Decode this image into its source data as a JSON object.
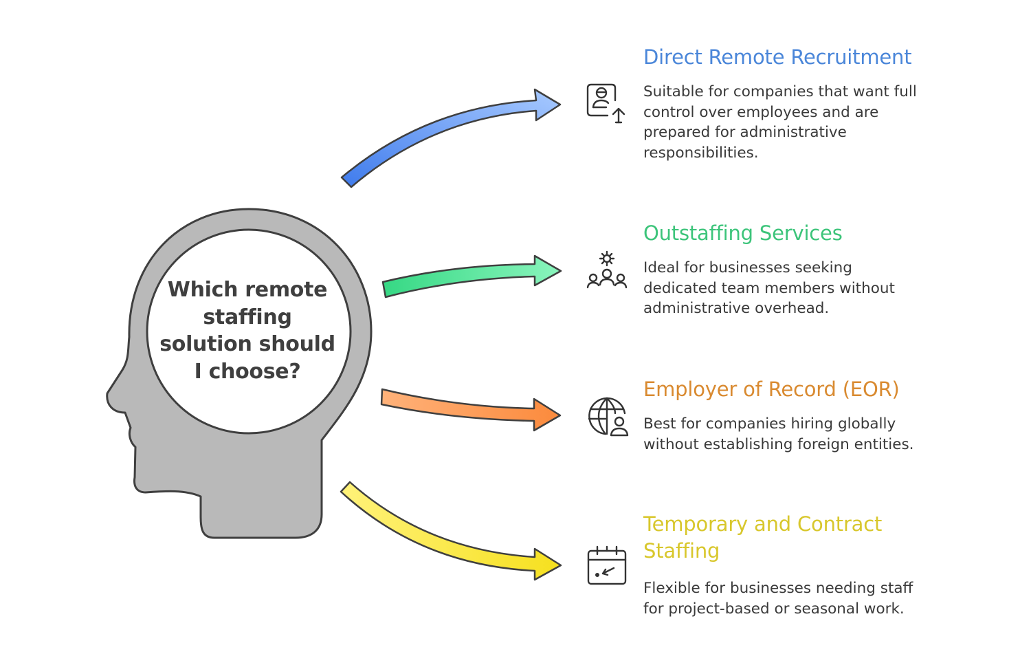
{
  "question": "Which remote staffing solution should I choose?",
  "question_lines": [
    "Which remote",
    "staffing",
    "solution should",
    "I choose?"
  ],
  "options": [
    {
      "title": "Direct Remote Recruitment",
      "title_color": "#4a86d9",
      "arrow_color": "#5f95ee",
      "description": "Suitable for companies that want full control over employees and are prepared for administrative responsibilities.",
      "icon": "user-upload-icon"
    },
    {
      "title": "Outstaffing Services",
      "title_color": "#3cc47a",
      "arrow_color": "#4fe08e",
      "description": "Ideal for businesses seeking dedicated team members without administrative overhead.",
      "icon": "team-gear-icon"
    },
    {
      "title": "Employer of Record (EOR)",
      "title_color": "#d98a30",
      "arrow_color": "#fb9a52",
      "description": "Best for companies hiring globally without establishing foreign entities.",
      "icon": "globe-user-icon"
    },
    {
      "title": "Temporary and Contract Staffing",
      "title_color": "#d8c72c",
      "arrow_color": "#f7e640",
      "description": "Flexible for businesses needing staff for project-based or seasonal work.",
      "icon": "calendar-icon"
    }
  ]
}
